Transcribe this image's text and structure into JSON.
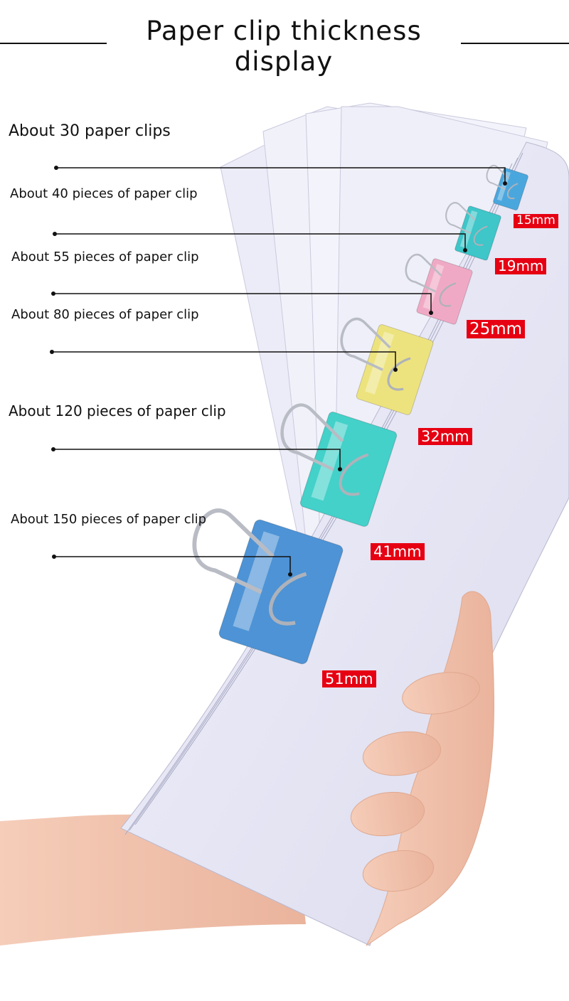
{
  "page": {
    "title": "Paper clip thickness display"
  },
  "captions": [
    {
      "id": "c30",
      "label": "About 30 paper clips"
    },
    {
      "id": "c40",
      "label": "About 40 pieces of paper clip"
    },
    {
      "id": "c55",
      "label": "About 55 pieces of paper clip"
    },
    {
      "id": "c80",
      "label": "About 80 pieces of paper clip"
    },
    {
      "id": "c120",
      "label": "About 120 pieces of paper clip"
    },
    {
      "id": "c150",
      "label": "About 150 pieces of paper clip"
    }
  ],
  "clips": [
    {
      "size_label": "15mm",
      "color": "#4aa7de"
    },
    {
      "size_label": "19mm",
      "color": "#3ec6c9"
    },
    {
      "size_label": "25mm",
      "color": "#f0a9c4"
    },
    {
      "size_label": "32mm",
      "color": "#ede37e"
    },
    {
      "size_label": "41mm",
      "color": "#43d1c9"
    },
    {
      "size_label": "51mm",
      "color": "#4d93d6"
    }
  ],
  "colors": {
    "size_tag_background": "#e60012",
    "size_tag_text": "#ffffff",
    "paper": "#e4e4f4",
    "skin": "#f2c2ad"
  }
}
